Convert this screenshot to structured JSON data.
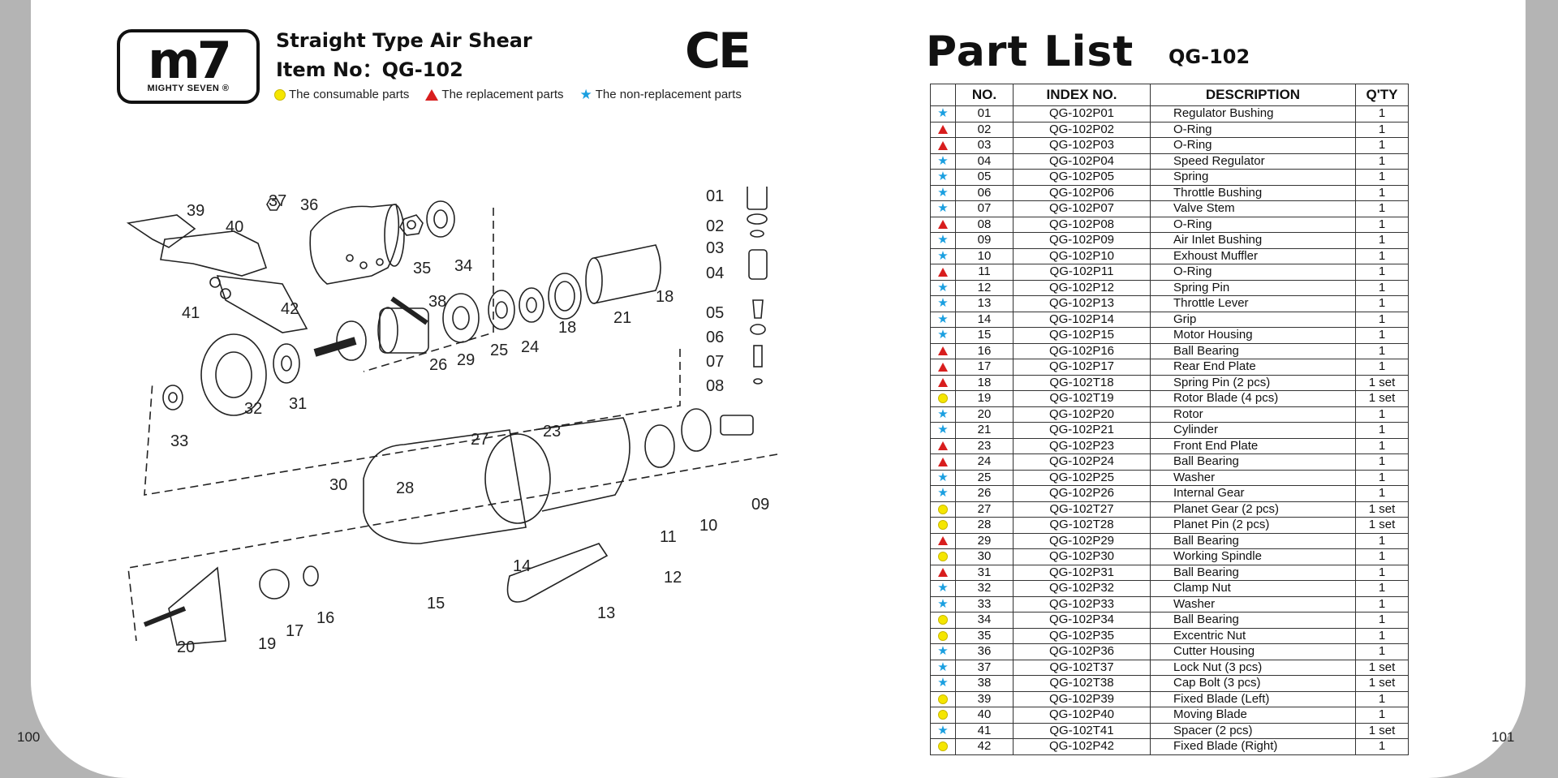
{
  "page_numbers": {
    "left": "100",
    "right": "101"
  },
  "logo": {
    "main": "m7",
    "sub": "MIGHTY SEVEN ®"
  },
  "header": {
    "title": "Straight Type Air Shear",
    "item_no": "Item No：QG-102",
    "ce_mark": "CE"
  },
  "legend": [
    {
      "symbol": "dot",
      "label": "The consumable parts"
    },
    {
      "symbol": "triangle",
      "label": "The replacement parts"
    },
    {
      "symbol": "star",
      "label": "The non-replacement parts"
    }
  ],
  "part_list": {
    "title": "Part  List",
    "model": "QG-102",
    "columns": [
      "",
      "NO.",
      "INDEX NO.",
      "DESCRIPTION",
      "Q'TY"
    ],
    "rows": [
      {
        "sym": "star",
        "no": "01",
        "index": "QG-102P01",
        "desc": "Regulator Bushing",
        "qty": "1"
      },
      {
        "sym": "triangle",
        "no": "02",
        "index": "QG-102P02",
        "desc": "O-Ring",
        "qty": "1"
      },
      {
        "sym": "triangle",
        "no": "03",
        "index": "QG-102P03",
        "desc": "O-Ring",
        "qty": "1"
      },
      {
        "sym": "star",
        "no": "04",
        "index": "QG-102P04",
        "desc": "Speed Regulator",
        "qty": "1"
      },
      {
        "sym": "star",
        "no": "05",
        "index": "QG-102P05",
        "desc": "Spring",
        "qty": "1"
      },
      {
        "sym": "star",
        "no": "06",
        "index": "QG-102P06",
        "desc": "Throttle Bushing",
        "qty": "1"
      },
      {
        "sym": "star",
        "no": "07",
        "index": "QG-102P07",
        "desc": "Valve Stem",
        "qty": "1"
      },
      {
        "sym": "triangle",
        "no": "08",
        "index": "QG-102P08",
        "desc": "O-Ring",
        "qty": "1"
      },
      {
        "sym": "star",
        "no": "09",
        "index": "QG-102P09",
        "desc": "Air Inlet Bushing",
        "qty": "1"
      },
      {
        "sym": "star",
        "no": "10",
        "index": "QG-102P10",
        "desc": "Exhoust Muffler",
        "qty": "1"
      },
      {
        "sym": "triangle",
        "no": "11",
        "index": "QG-102P11",
        "desc": "O-Ring",
        "qty": "1"
      },
      {
        "sym": "star",
        "no": "12",
        "index": "QG-102P12",
        "desc": "Spring Pin",
        "qty": "1"
      },
      {
        "sym": "star",
        "no": "13",
        "index": "QG-102P13",
        "desc": "Throttle Lever",
        "qty": "1"
      },
      {
        "sym": "star",
        "no": "14",
        "index": "QG-102P14",
        "desc": "Grip",
        "qty": "1"
      },
      {
        "sym": "star",
        "no": "15",
        "index": "QG-102P15",
        "desc": "Motor Housing",
        "qty": "1"
      },
      {
        "sym": "triangle",
        "no": "16",
        "index": "QG-102P16",
        "desc": "Ball Bearing",
        "qty": "1"
      },
      {
        "sym": "triangle",
        "no": "17",
        "index": "QG-102P17",
        "desc": "Rear End Plate",
        "qty": "1"
      },
      {
        "sym": "triangle",
        "no": "18",
        "index": "QG-102T18",
        "desc": "Spring Pin (2 pcs)",
        "qty": "1 set"
      },
      {
        "sym": "dot",
        "no": "19",
        "index": "QG-102T19",
        "desc": "Rotor Blade (4 pcs)",
        "qty": "1 set"
      },
      {
        "sym": "star",
        "no": "20",
        "index": "QG-102P20",
        "desc": "Rotor",
        "qty": "1"
      },
      {
        "sym": "star",
        "no": "21",
        "index": "QG-102P21",
        "desc": "Cylinder",
        "qty": "1"
      },
      {
        "sym": "triangle",
        "no": "23",
        "index": "QG-102P23",
        "desc": "Front End Plate",
        "qty": "1"
      },
      {
        "sym": "triangle",
        "no": "24",
        "index": "QG-102P24",
        "desc": "Ball Bearing",
        "qty": "1"
      },
      {
        "sym": "star",
        "no": "25",
        "index": "QG-102P25",
        "desc": "Washer",
        "qty": "1"
      },
      {
        "sym": "star",
        "no": "26",
        "index": "QG-102P26",
        "desc": "Internal Gear",
        "qty": "1"
      },
      {
        "sym": "dot",
        "no": "27",
        "index": "QG-102T27",
        "desc": "Planet Gear (2 pcs)",
        "qty": "1 set"
      },
      {
        "sym": "dot",
        "no": "28",
        "index": "QG-102T28",
        "desc": "Planet Pin (2 pcs)",
        "qty": "1 set"
      },
      {
        "sym": "triangle",
        "no": "29",
        "index": "QG-102P29",
        "desc": "Ball Bearing",
        "qty": "1"
      },
      {
        "sym": "dot",
        "no": "30",
        "index": "QG-102P30",
        "desc": "Working Spindle",
        "qty": "1"
      },
      {
        "sym": "triangle",
        "no": "31",
        "index": "QG-102P31",
        "desc": "Ball Bearing",
        "qty": "1"
      },
      {
        "sym": "star",
        "no": "32",
        "index": "QG-102P32",
        "desc": "Clamp Nut",
        "qty": "1"
      },
      {
        "sym": "star",
        "no": "33",
        "index": "QG-102P33",
        "desc": "Washer",
        "qty": "1"
      },
      {
        "sym": "dot",
        "no": "34",
        "index": "QG-102P34",
        "desc": "Ball Bearing",
        "qty": "1"
      },
      {
        "sym": "dot",
        "no": "35",
        "index": "QG-102P35",
        "desc": "Excentric Nut",
        "qty": "1"
      },
      {
        "sym": "star",
        "no": "36",
        "index": "QG-102P36",
        "desc": "Cutter Housing",
        "qty": "1"
      },
      {
        "sym": "star",
        "no": "37",
        "index": "QG-102T37",
        "desc": "Lock Nut (3 pcs)",
        "qty": "1 set"
      },
      {
        "sym": "star",
        "no": "38",
        "index": "QG-102T38",
        "desc": "Cap Bolt (3 pcs)",
        "qty": "1 set"
      },
      {
        "sym": "dot",
        "no": "39",
        "index": "QG-102P39",
        "desc": "Fixed Blade (Left)",
        "qty": "1"
      },
      {
        "sym": "dot",
        "no": "40",
        "index": "QG-102P40",
        "desc": "Moving Blade",
        "qty": "1"
      },
      {
        "sym": "star",
        "no": "41",
        "index": "QG-102T41",
        "desc": "Spacer (2 pcs)",
        "qty": "1 set"
      },
      {
        "sym": "dot",
        "no": "42",
        "index": "QG-102P42",
        "desc": "Fixed Blade (Right)",
        "qty": "1"
      }
    ]
  },
  "diagram": {
    "callouts": [
      "39",
      "37",
      "36",
      "40",
      "35",
      "34",
      "38",
      "41",
      "42",
      "01",
      "02",
      "03",
      "04",
      "18",
      "18",
      "21",
      "05",
      "06",
      "07",
      "08",
      "26",
      "29",
      "25",
      "24",
      "32",
      "31",
      "33",
      "23",
      "27",
      "30",
      "28",
      "09",
      "10",
      "11",
      "14",
      "12",
      "13",
      "15",
      "16",
      "17",
      "19",
      "20"
    ]
  },
  "colors": {
    "consumable": "#f5e600",
    "replacement": "#d81e1e",
    "non_replacement": "#1a9fe0",
    "page_bg": "#b4b4b4"
  }
}
